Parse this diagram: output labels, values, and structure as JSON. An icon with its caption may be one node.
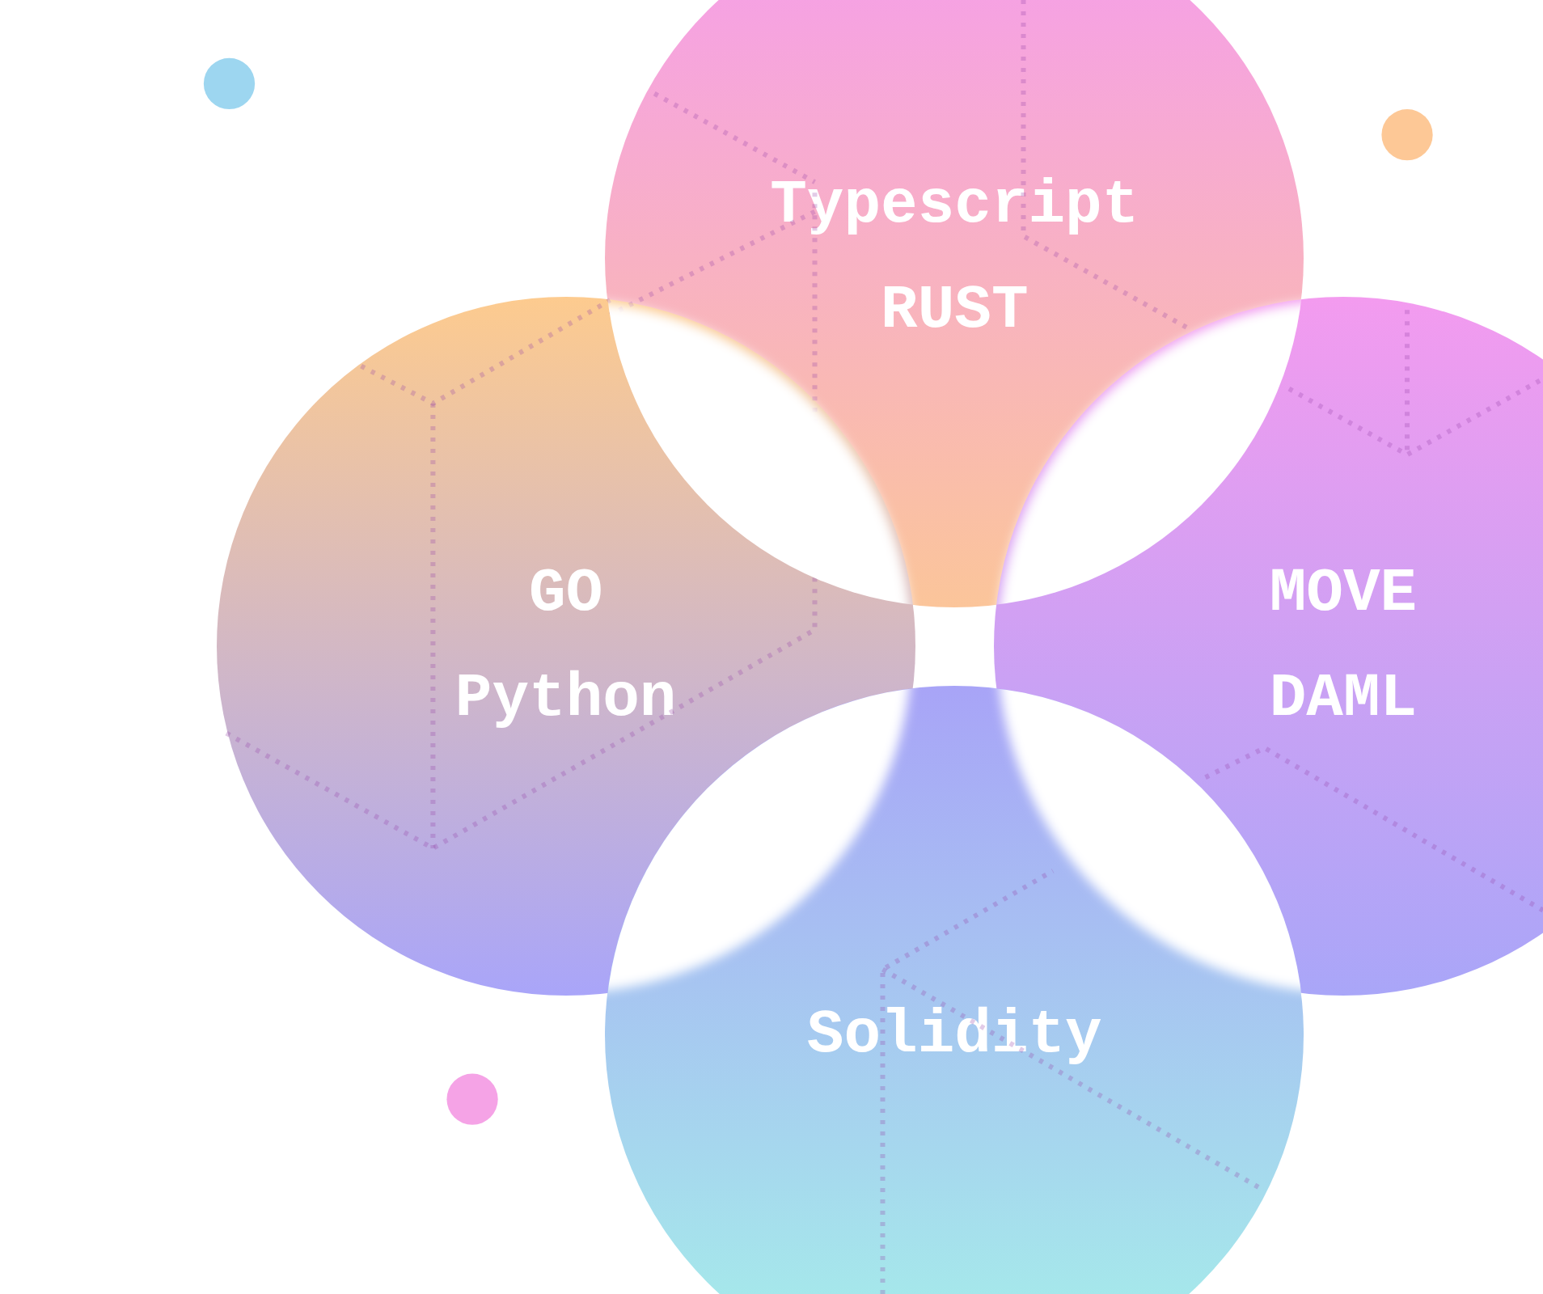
{
  "diagram": {
    "nodes": [
      {
        "text": [
          "Typescript",
          "RUST"
        ]
      },
      {
        "text": [
          "GO",
          "Python"
        ]
      },
      {
        "text": [
          "MOVE",
          "DAML"
        ]
      },
      {
        "text": [
          "Solidity"
        ]
      }
    ]
  }
}
